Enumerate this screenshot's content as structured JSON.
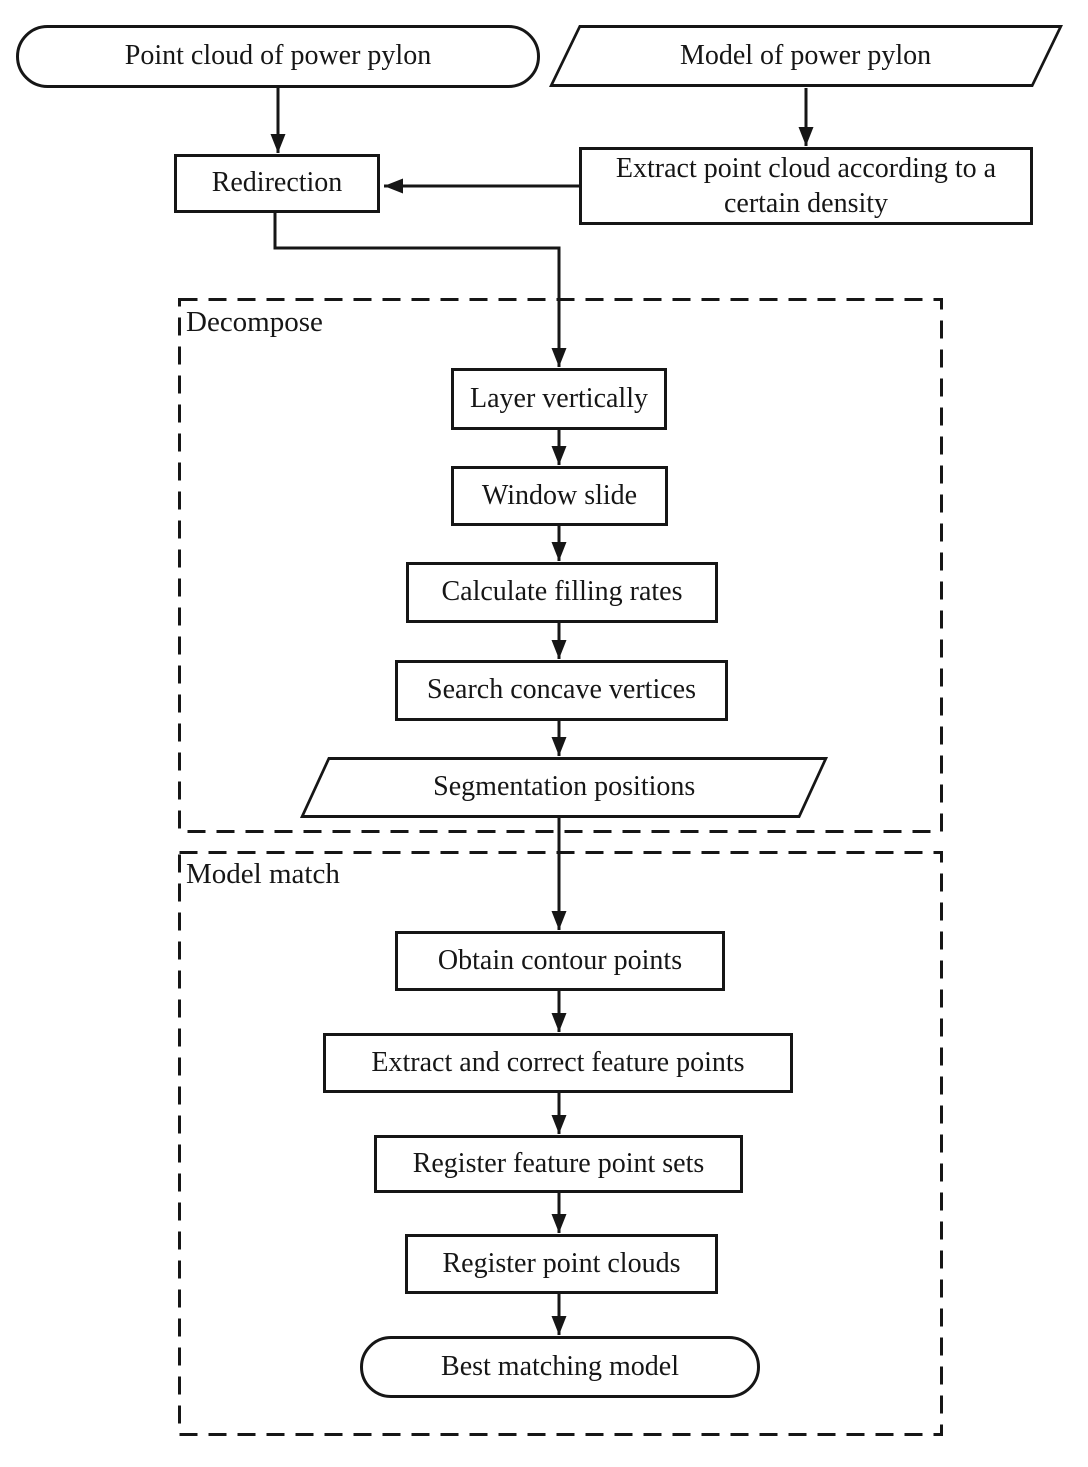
{
  "figure": {
    "type": "flowchart",
    "colors": {
      "stroke": "#161616",
      "background": "#ffffff",
      "text": "#161616"
    }
  },
  "groups": {
    "decompose": {
      "label": "Decompose"
    },
    "model_match": {
      "label": "Model match"
    }
  },
  "nodes": {
    "point_cloud": {
      "label": "Point cloud of power pylon",
      "shape": "stadium"
    },
    "model": {
      "label": "Model of power pylon",
      "shape": "parallelogram"
    },
    "redirection": {
      "label": "Redirection",
      "shape": "rectangle"
    },
    "extract_density": {
      "label": "Extract point cloud according to a certain density",
      "shape": "rectangle"
    },
    "layer_vertically": {
      "label": "Layer vertically",
      "shape": "rectangle",
      "group": "Decompose"
    },
    "window_slide": {
      "label": "Window slide",
      "shape": "rectangle",
      "group": "Decompose"
    },
    "calculate_filling_rates": {
      "label": "Calculate filling rates",
      "shape": "rectangle",
      "group": "Decompose"
    },
    "search_concave_vertices": {
      "label": "Search concave vertices",
      "shape": "rectangle",
      "group": "Decompose"
    },
    "segmentation_positions": {
      "label": "Segmentation positions",
      "shape": "parallelogram",
      "group": "Decompose"
    },
    "obtain_contour_points": {
      "label": "Obtain contour points",
      "shape": "rectangle",
      "group": "Model match"
    },
    "extract_correct_feature_points": {
      "label": "Extract and correct feature points",
      "shape": "rectangle",
      "group": "Model match"
    },
    "register_feature_point_sets": {
      "label": "Register feature point sets",
      "shape": "rectangle",
      "group": "Model match"
    },
    "register_point_clouds": {
      "label": "Register point clouds",
      "shape": "rectangle",
      "group": "Model match"
    },
    "best_matching_model": {
      "label": "Best matching model",
      "shape": "stadium",
      "group": "Model match"
    }
  },
  "edges": [
    {
      "from": "point_cloud",
      "to": "redirection"
    },
    {
      "from": "model",
      "to": "extract_density"
    },
    {
      "from": "extract_density",
      "to": "redirection"
    },
    {
      "from": "redirection",
      "to": "layer_vertically"
    },
    {
      "from": "layer_vertically",
      "to": "window_slide"
    },
    {
      "from": "window_slide",
      "to": "calculate_filling_rates"
    },
    {
      "from": "calculate_filling_rates",
      "to": "search_concave_vertices"
    },
    {
      "from": "search_concave_vertices",
      "to": "segmentation_positions"
    },
    {
      "from": "segmentation_positions",
      "to": "obtain_contour_points"
    },
    {
      "from": "obtain_contour_points",
      "to": "extract_correct_feature_points"
    },
    {
      "from": "extract_correct_feature_points",
      "to": "register_feature_point_sets"
    },
    {
      "from": "register_feature_point_sets",
      "to": "register_point_clouds"
    },
    {
      "from": "register_point_clouds",
      "to": "best_matching_model"
    }
  ]
}
